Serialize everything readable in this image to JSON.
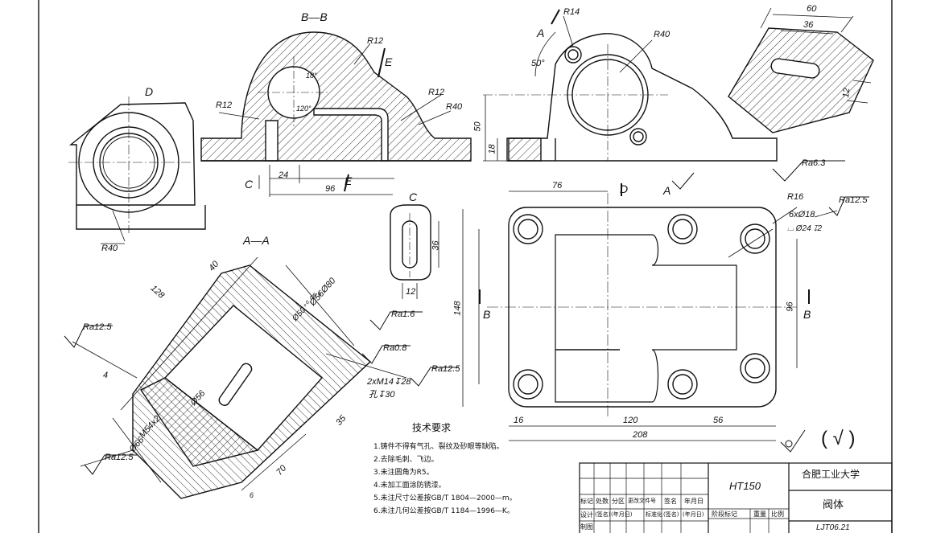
{
  "views": {
    "section_bb": "B—B",
    "section_aa": "A—A",
    "view_d": "D",
    "view_c": "C",
    "arrow_a": "A",
    "arrow_c": "C",
    "arrow_d": "D",
    "cut_b_left": "B",
    "cut_b_right": "B",
    "cut_e_top": "E",
    "cut_e_bottom": "E"
  },
  "dimensions": {
    "r12_top": "R12",
    "r12_left": "R12",
    "r12_right": "R12",
    "r40_bb": "R40",
    "angle_18": "18°",
    "angle_120": "120°",
    "d24": "24",
    "d96_bb": "96",
    "r14": "R14",
    "r40_front": "R40",
    "angle_50": "50°",
    "d50": "50",
    "d18": "18",
    "d60": "60",
    "d36_aux": "36",
    "d12_aux": "12",
    "r40_d": "R40",
    "d36_c": "36",
    "d12_c": "12",
    "d76": "76",
    "r16": "R16",
    "holes": "6xØ18",
    "cbore": "⌴ Ø24 ↧2",
    "d148": "148",
    "d96_top": "96",
    "d16": "16",
    "d120": "120",
    "d56": "56",
    "d208": "208",
    "d128": "128",
    "d40": "40",
    "phi80": "Ø80",
    "phi56": "Ø56",
    "phi50": "Ø50⁺⁰·⁰²⁵₀",
    "phi56_bore": "Ø56",
    "phi66": "Ø66",
    "m54": "M54x2",
    "d4": "4",
    "d35": "35",
    "d70": "70",
    "d6": "6",
    "thread_holes": "2xM14↧28",
    "thread_depth": "孔↧30"
  },
  "roughness": {
    "ra63": "Ra6.3",
    "ra125_top": "Ra12.5",
    "ra125_left_top": "Ra12.5",
    "ra16": "Ra1.6",
    "ra08": "Ra0.8",
    "ra125_mid": "Ra12.5",
    "ra125_left_bottom": "Ra12.5",
    "general": "( √ )"
  },
  "requirements": {
    "title": "技术要求",
    "items": [
      "1.铸件不得有气孔、裂纹及砂眼等缺陷。",
      "2.去除毛刺、飞边。",
      "3.未注圆角为R5。",
      "4.未加工面涂防锈漆。",
      "5.未注尺寸公差按GB/T 1804—2000—m。",
      "6.未注几何公差按GB/T 1184—1996—K。"
    ]
  },
  "title_block": {
    "material": "HT150",
    "school": "合肥工业大学",
    "part_name": "阀体",
    "drawing_no": "LJT06.21",
    "row1": [
      "标记",
      "处数",
      "分区",
      "更改文件号",
      "签名",
      "年月日"
    ],
    "row2": [
      "设计",
      "(签名)",
      "(年月日)",
      "标准化",
      "(签名)",
      "(年月日)"
    ],
    "row3": [
      "制图"
    ],
    "stage_label": "阶段标记",
    "weight_label": "重量",
    "scale_label": "比例"
  }
}
